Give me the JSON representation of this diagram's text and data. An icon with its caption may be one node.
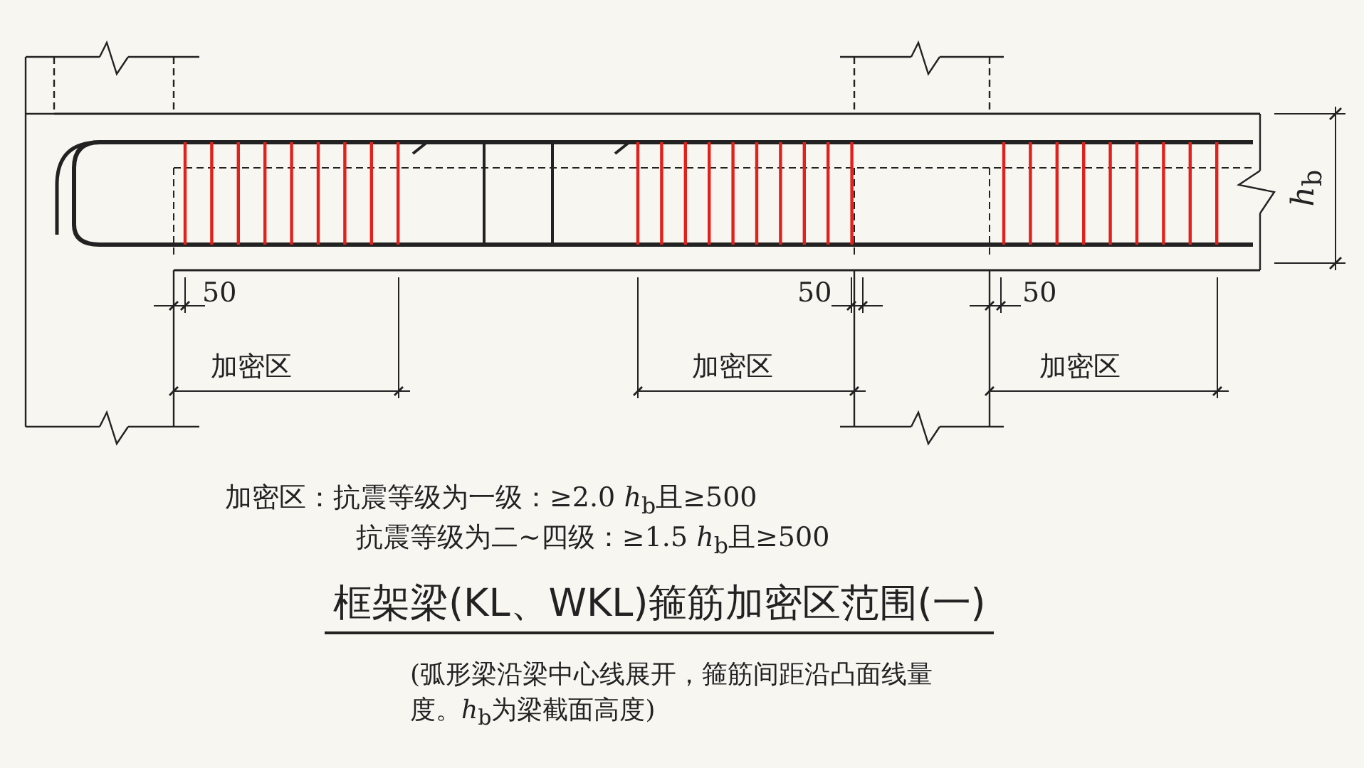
{
  "diagram": {
    "title": "框架梁(KL、WKL)箍筋加密区范围(一)",
    "caption": "(弧形梁沿梁中心线展开，箍筋间距沿凸面线量度。*h*$_{b}$为梁截面高度)",
    "labels": [
      "*h*$_{b}$",
      "50",
      "50",
      "50",
      "加密区",
      "加密区",
      "加密区",
      "加密区：抗震等级为一级：≥2.0 *h*$_{b}$且≥500",
      "抗震等级为二~四级：≥1.5 *h*$_{b}$且≥500"
    ]
  }
}
